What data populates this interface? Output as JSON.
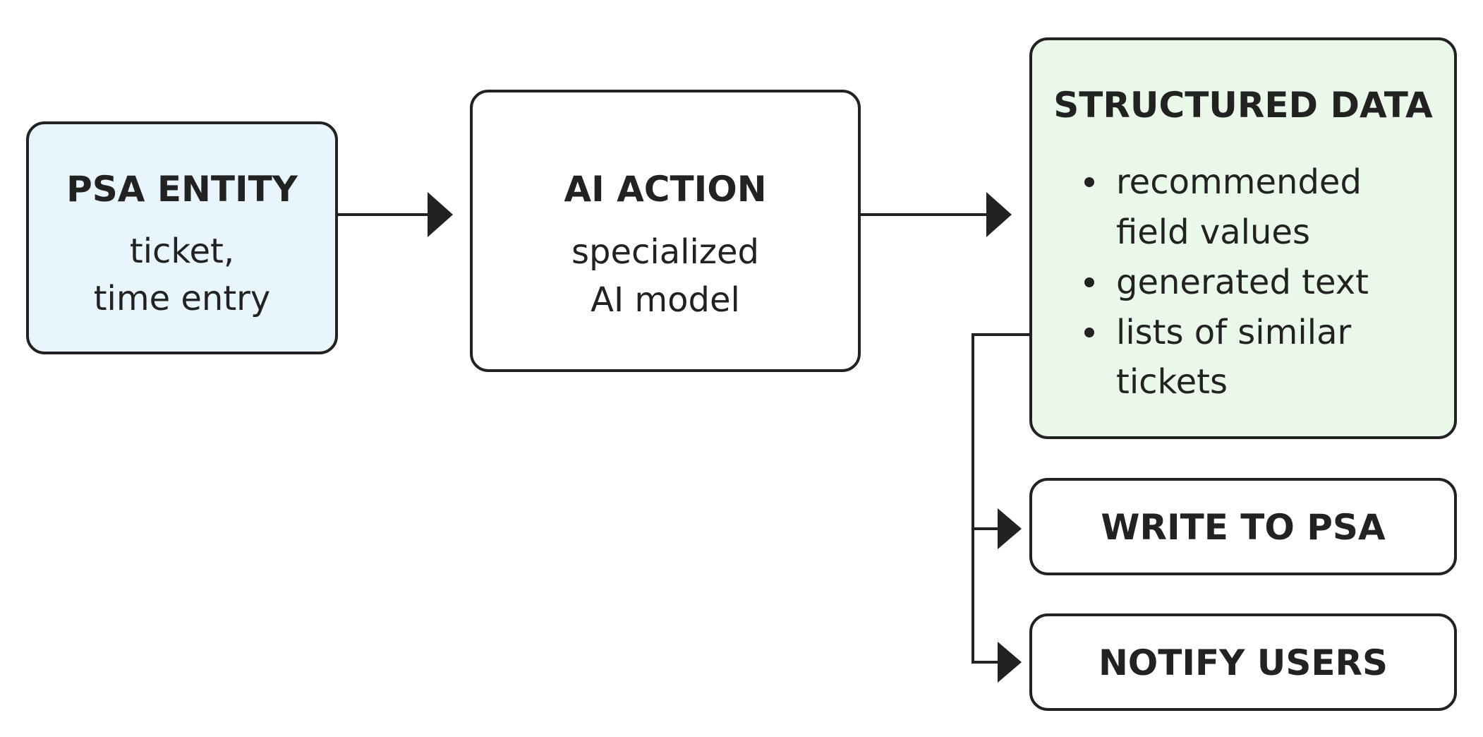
{
  "colors": {
    "stroke": "#222222",
    "psa_entity_fill": "#e9f5fd",
    "structured_data_fill": "#eaf8ea",
    "default_fill": "#ffffff"
  },
  "nodes": {
    "psa_entity": {
      "title": "PSA ENTITY",
      "lines": [
        "ticket,",
        "time entry"
      ]
    },
    "ai_action": {
      "title": "AI ACTION",
      "lines": [
        "specialized",
        "AI model"
      ]
    },
    "structured_data": {
      "title": "STRUCTURED DATA",
      "bullets": [
        {
          "lines": [
            "recommended",
            "field values"
          ]
        },
        {
          "lines": [
            "generated text"
          ]
        },
        {
          "lines": [
            "lists of similar",
            "tickets"
          ]
        }
      ]
    },
    "write_to_psa": {
      "title": "WRITE TO PSA"
    },
    "notify_users": {
      "title": "NOTIFY USERS"
    }
  }
}
